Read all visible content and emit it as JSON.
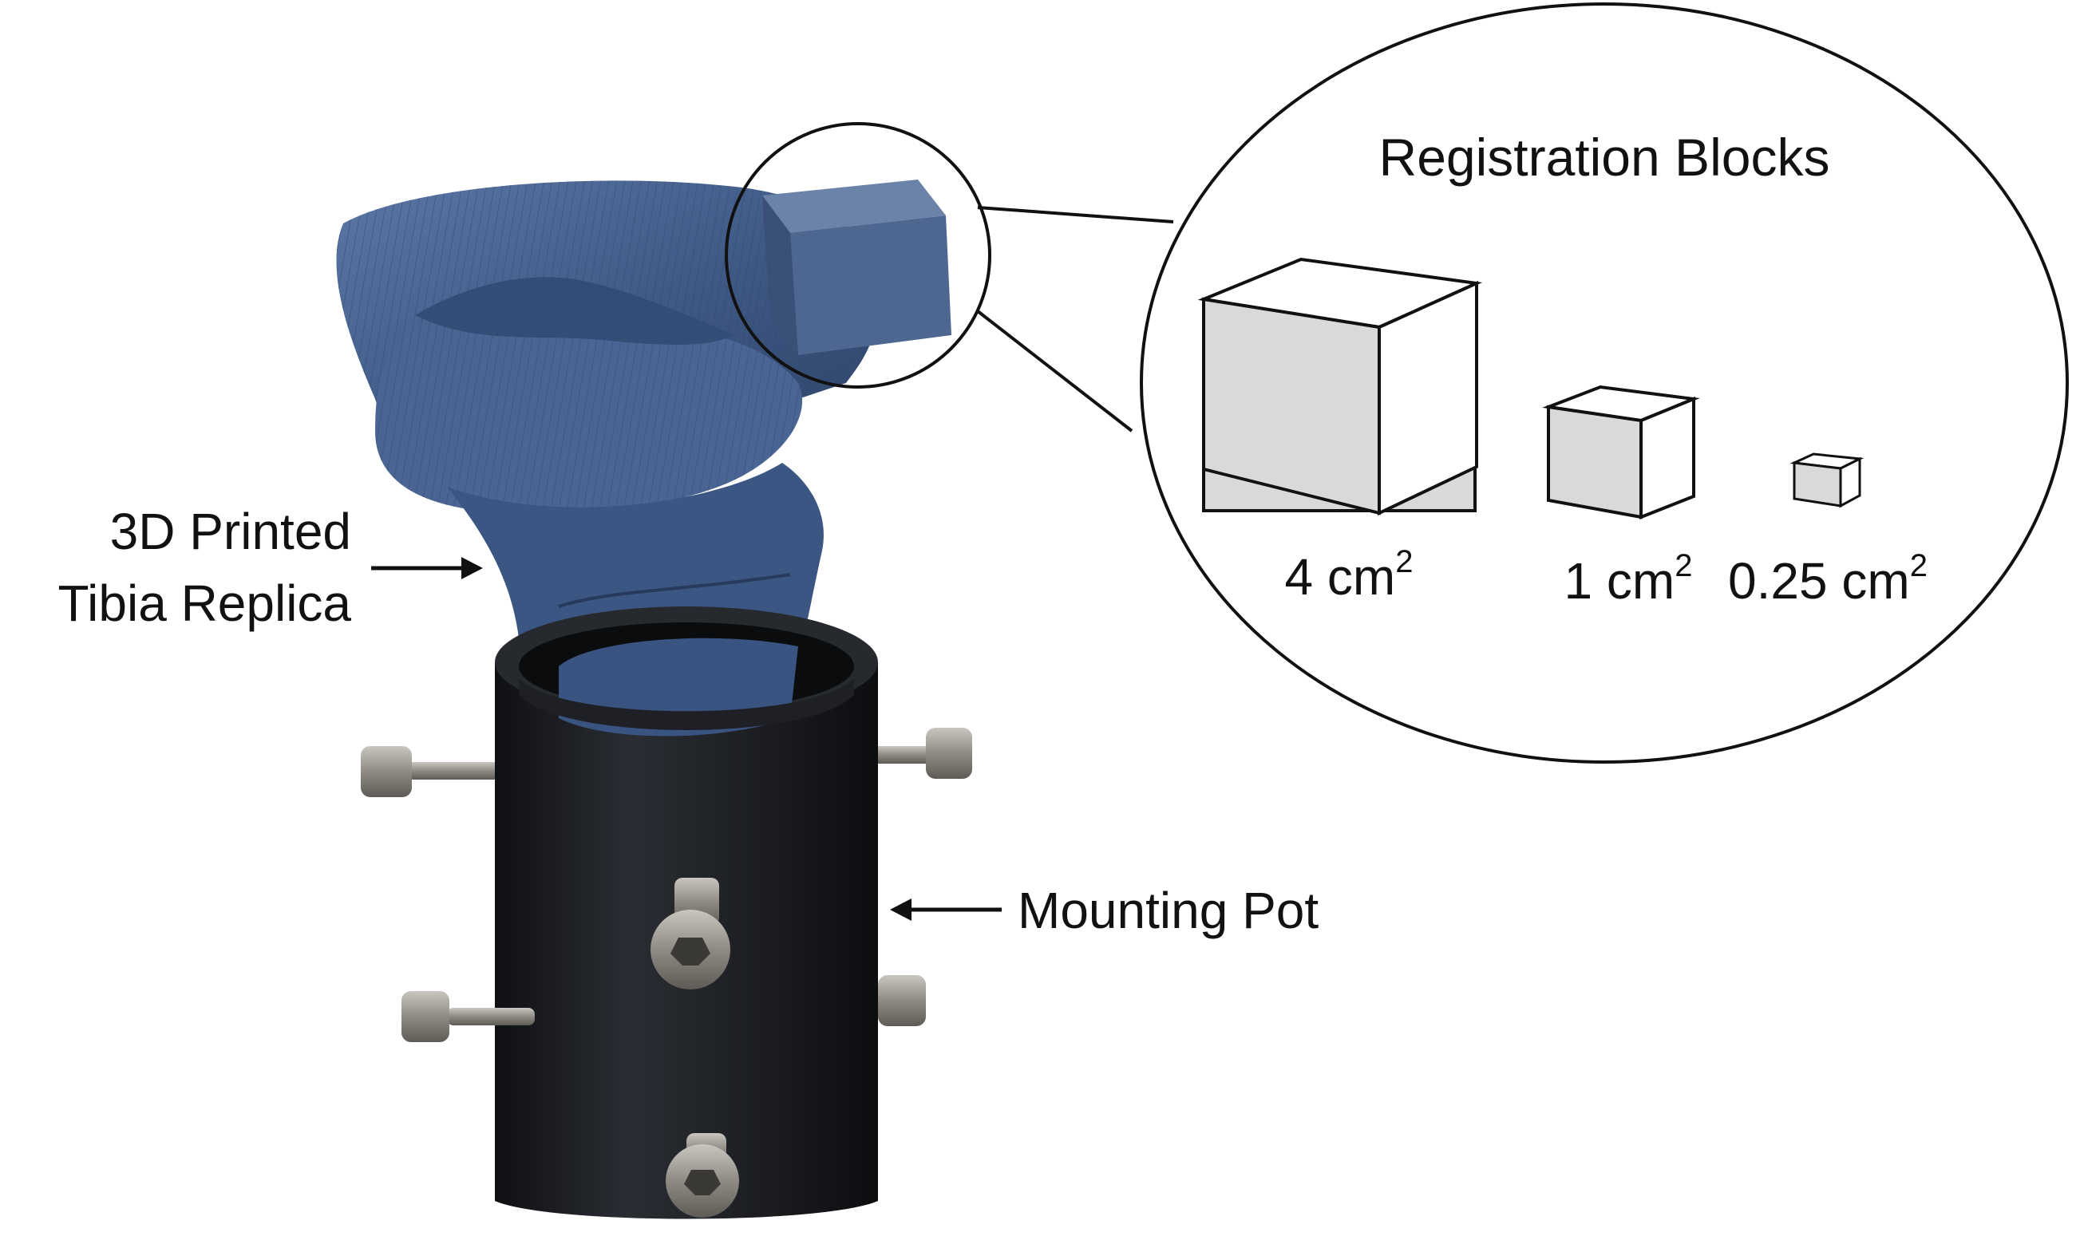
{
  "labels": {
    "tibia_line1": "3D Printed",
    "tibia_line2": "Tibia Replica",
    "pot": "Mounting Pot"
  },
  "inset": {
    "title": "Registration Blocks",
    "blocks": [
      {
        "base": "4 cm",
        "sup": "2"
      },
      {
        "base": "1 cm",
        "sup": "2"
      },
      {
        "base": "0.25 cm",
        "sup": "2"
      }
    ]
  },
  "colors": {
    "tibia": "#3f5a85",
    "tibia_light": "#5a76a3",
    "pot": "#1d1f23",
    "screw": "#9a968f",
    "cube_face": "#d9d9d9",
    "cube_top": "#ffffff",
    "outline": "#111111"
  }
}
